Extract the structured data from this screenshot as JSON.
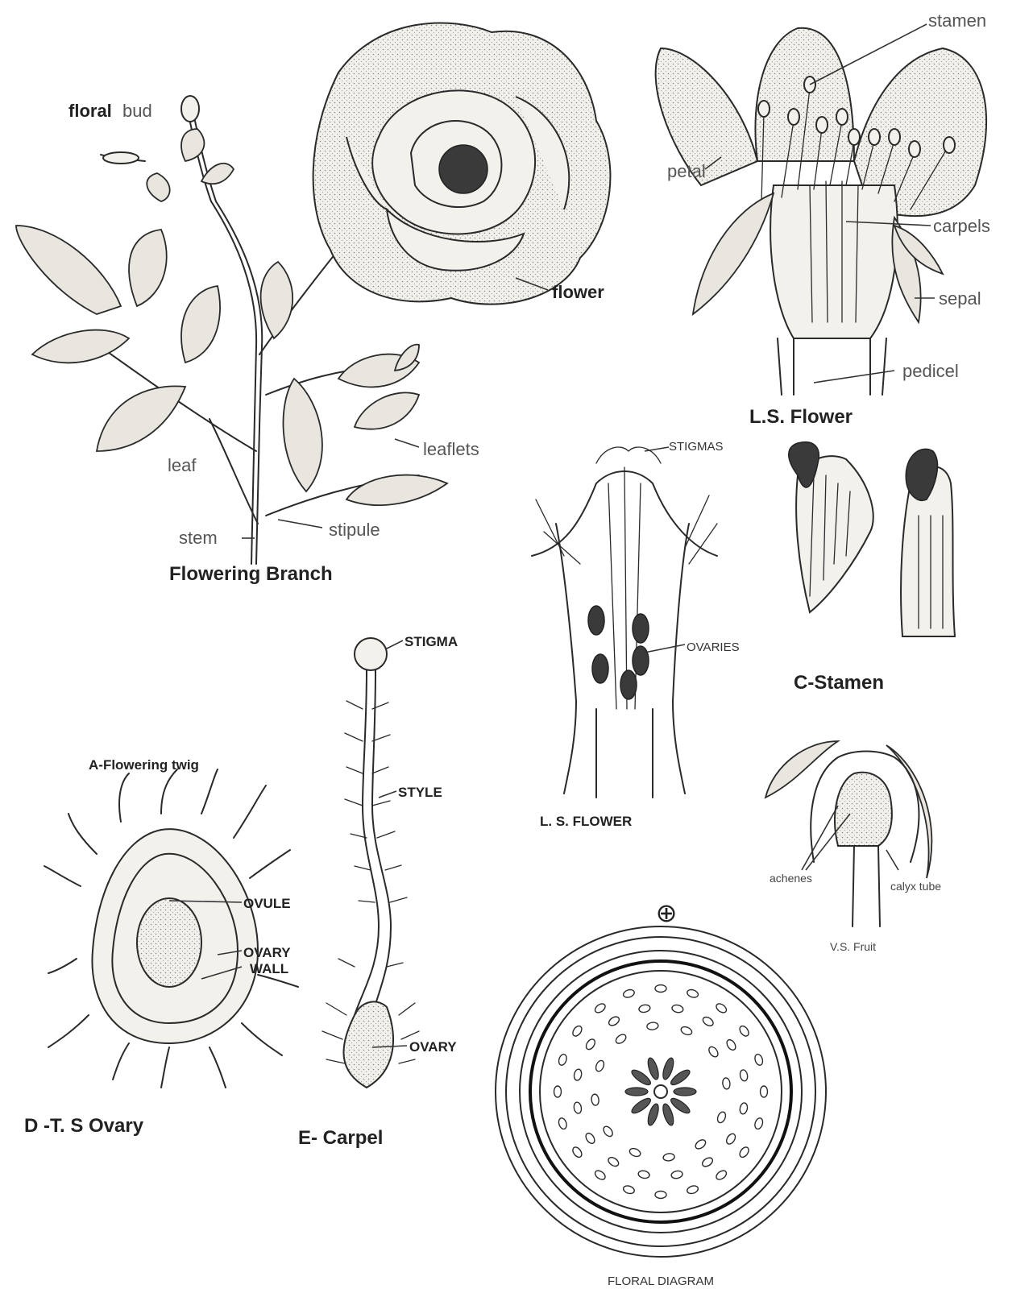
{
  "flowering_branch": {
    "caption": "Flowering Branch",
    "labels": {
      "floral": "floral",
      "bud": "bud",
      "flower": "flower",
      "leaf": "leaf",
      "leaflets": "leaflets",
      "stem": "stem",
      "stipule": "stipule"
    }
  },
  "ls_flower_top": {
    "caption": "L.S. Flower",
    "labels": {
      "stamen": "stamen",
      "petal": "petal",
      "carpels": "carpels",
      "sepal": "sepal",
      "pedicel": "pedicel"
    }
  },
  "ls_flower_mid": {
    "caption": "L. S. FLOWER",
    "labels": {
      "stigmas": "STIGMAS",
      "ovaries": "OVARIES"
    }
  },
  "stamen_fig": {
    "caption": "C-Stamen"
  },
  "vs_fruit": {
    "caption": "V.S. Fruit",
    "labels": {
      "achenes": "achenes",
      "calyx_tube": "calyx tube"
    }
  },
  "twig": {
    "caption": "A-Flowering twig"
  },
  "ts_ovary": {
    "caption": "D -T. S Ovary",
    "labels": {
      "ovule": "OVULE",
      "ovary_wall_1": "OVARY",
      "ovary_wall_2": "WALL"
    }
  },
  "carpel": {
    "caption": "E- Carpel",
    "labels": {
      "stigma": "STIGMA",
      "style": "STYLE",
      "ovary": "OVARY"
    }
  },
  "floral_diagram": {
    "caption": "FLORAL DIAGRAM",
    "symbol": "⊕"
  },
  "colors": {
    "ink": "#2a2a2a",
    "paper": "#ffffff",
    "label_grey": "#555555"
  }
}
